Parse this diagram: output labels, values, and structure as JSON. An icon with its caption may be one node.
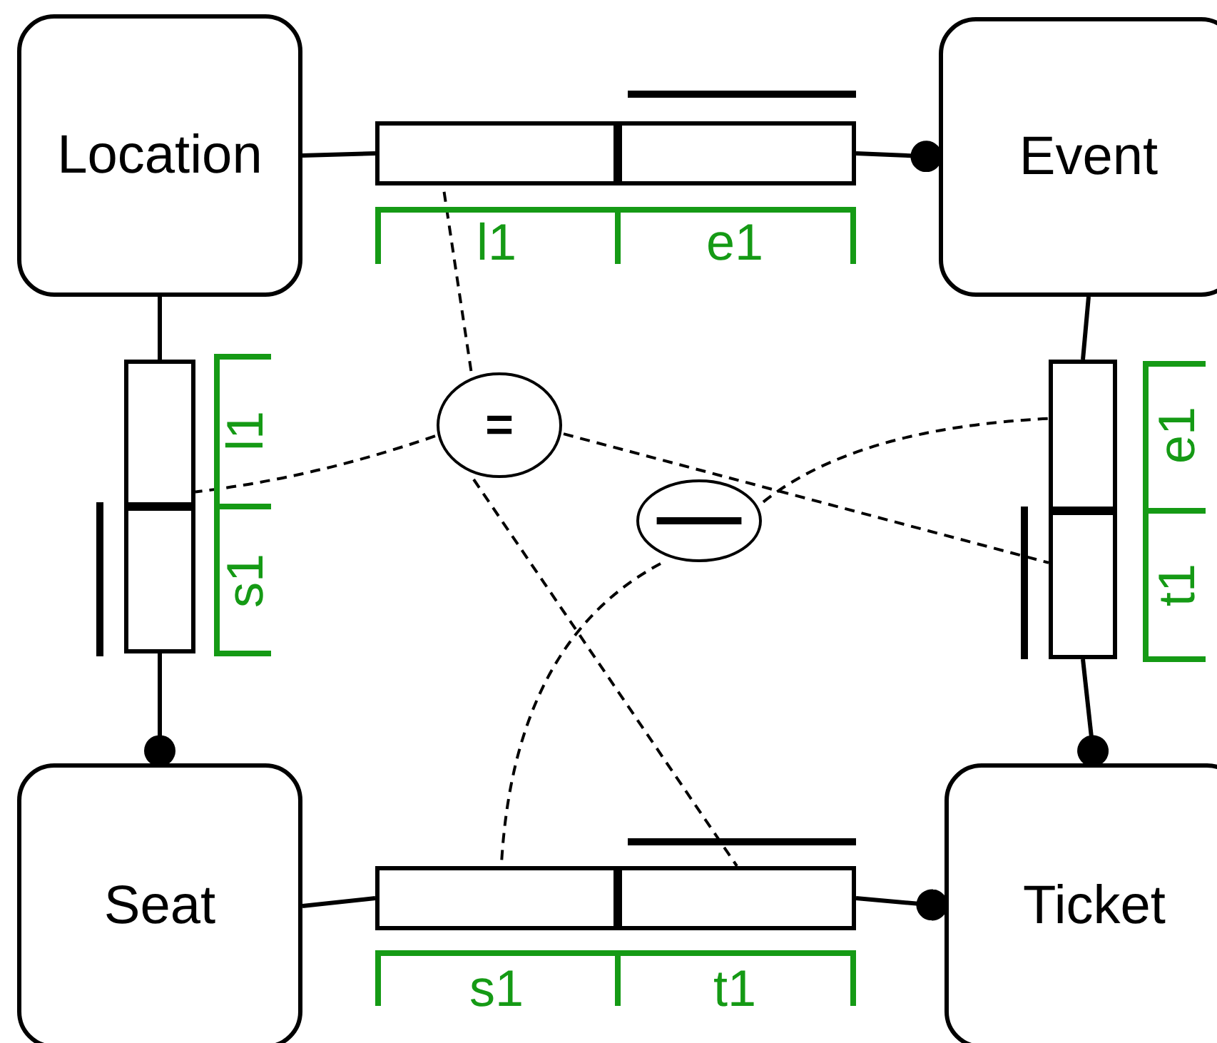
{
  "diagram": {
    "nodes": [
      {
        "text": [
          "Location"
        ]
      },
      {
        "text": [],
        "shape": "box"
      },
      {
        "text": [],
        "shape": "box"
      },
      {
        "text": [
          "Event"
        ]
      },
      {
        "text": [],
        "shape": "box"
      },
      {
        "text": [],
        "shape": "box"
      },
      {
        "text": [
          "="
        ]
      },
      {
        "text": [],
        "shape": "circle"
      },
      {
        "text": [],
        "shape": "box"
      },
      {
        "text": [],
        "shape": "box"
      },
      {
        "text": [
          "Seat"
        ]
      },
      {
        "text": [],
        "shape": "box"
      },
      {
        "text": [],
        "shape": "box"
      },
      {
        "text": [
          "Ticket"
        ]
      }
    ],
    "edges": [
      {
        "from": 0,
        "to": 1,
        "arrow": "none"
      },
      {
        "from": 2,
        "to": 3,
        "arrow": "other"
      },
      {
        "from": 0,
        "to": 4,
        "arrow": "none"
      },
      {
        "from": 5,
        "to": 10,
        "arrow": "other"
      },
      {
        "from": 3,
        "to": 8,
        "arrow": "none"
      },
      {
        "from": 9,
        "to": 13,
        "arrow": "other"
      },
      {
        "from": 10,
        "to": 11,
        "arrow": "none"
      },
      {
        "from": 12,
        "to": 13,
        "arrow": "other"
      },
      {
        "from": 6,
        "to": 1,
        "arrow": "none",
        "style": "dashed"
      },
      {
        "from": 6,
        "to": 4,
        "arrow": "none",
        "style": "dashed"
      },
      {
        "from": 6,
        "to": 9,
        "arrow": "none",
        "style": "dashed"
      },
      {
        "from": 6,
        "to": 12,
        "arrow": "none",
        "style": "dashed"
      },
      {
        "from": 7,
        "to": 8,
        "arrow": "none",
        "style": "dashed"
      },
      {
        "from": 7,
        "to": 11,
        "arrow": "none",
        "style": "dashed"
      }
    ],
    "labels": [
      "l1",
      "e1",
      "l1",
      "s1",
      "e1",
      "t1",
      "s1",
      "t1"
    ]
  }
}
